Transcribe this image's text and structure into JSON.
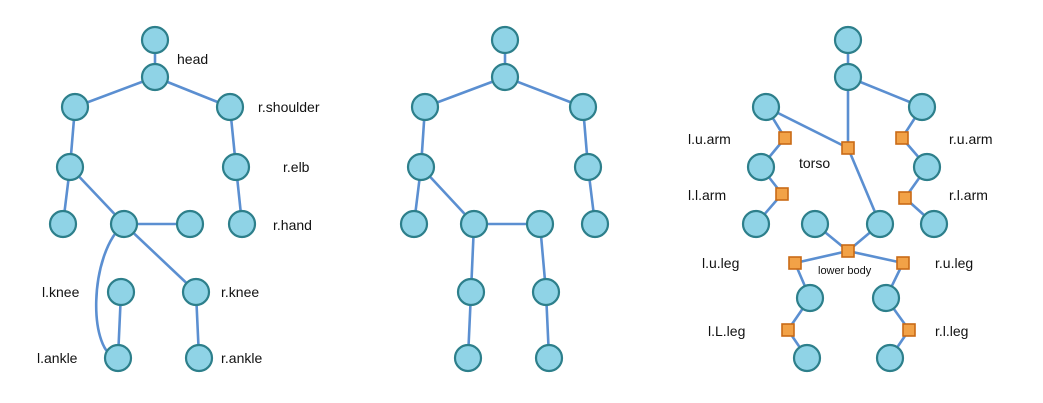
{
  "labels": {
    "head": "head",
    "r_shoulder": "r.shoulder",
    "r_elb": "r.elb",
    "r_hand": "r.hand",
    "l_knee": "l.knee",
    "r_knee": "r.knee",
    "l_ankle": "l.ankle",
    "r_ankle": "r.ankle",
    "l_u_arm": "l.u.arm",
    "torso": "torso",
    "r_u_arm": "r.u.arm",
    "l_l_arm": "l.l.arm",
    "r_l_arm": "r.l.arm",
    "l_u_leg": "l.u.leg",
    "lower_body": "lower body",
    "r_u_leg": "r.u.leg",
    "l_L_leg": "l.L.leg",
    "r_l_leg": "r.l.leg"
  },
  "colors": {
    "node_fill": "#8fd3e6",
    "node_stroke": "#2d7f8b",
    "edge": "#5b8fd1",
    "factor_fill": "#f2a247",
    "factor_stroke": "#c96a16"
  }
}
